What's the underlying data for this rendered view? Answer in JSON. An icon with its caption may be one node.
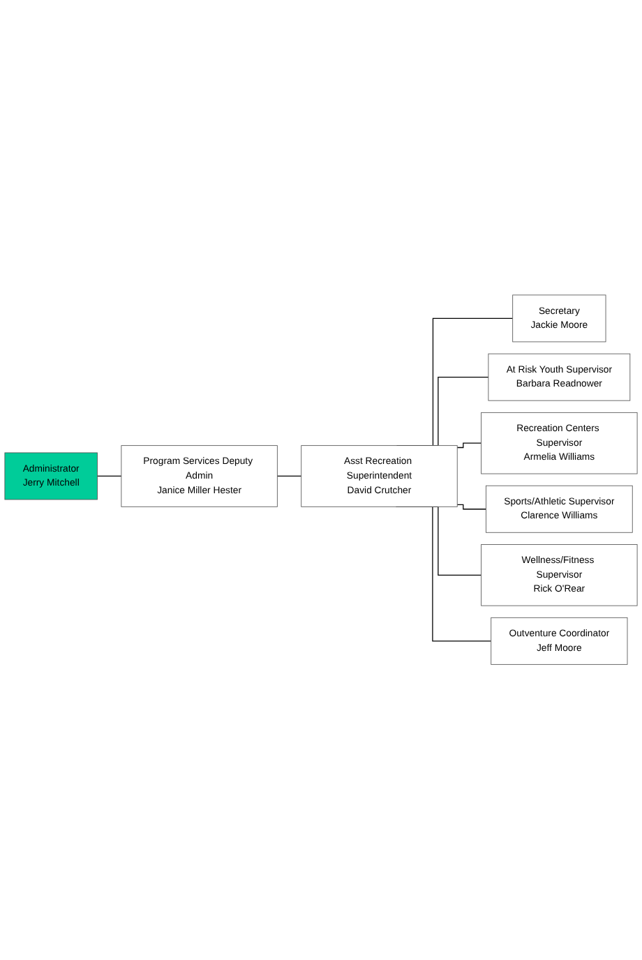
{
  "diagram": {
    "nodes": [
      {
        "text": [
          "Administrator",
          "Jerry Mitchell"
        ]
      },
      {
        "text": [
          "Program Services Deputy Admin",
          "Janice Miller Hester"
        ]
      },
      {
        "text": [
          "Asst Recreation Superintendent",
          "David Crutcher"
        ]
      },
      {
        "text": [
          "Secretary",
          "Jackie Moore"
        ]
      },
      {
        "text": [
          "At Risk Youth Supervisor",
          "Barbara Readnower"
        ]
      },
      {
        "text": [
          "Recreation Centers Supervisor",
          "Armelia Williams"
        ]
      },
      {
        "text": [
          "Sports/Athletic Supervisor",
          "Clarence Williams"
        ]
      },
      {
        "text": [
          "Wellness/Fitness Supervisor",
          "Rick O'Rear"
        ]
      },
      {
        "text": [
          "Outventure Coordinator",
          "Jeff Moore"
        ]
      }
    ],
    "edges": [
      {
        "from": 0,
        "to": 1,
        "arrow": "none"
      },
      {
        "from": 1,
        "to": 2,
        "arrow": "none"
      },
      {
        "from": 2,
        "to": 3,
        "arrow": "none"
      },
      {
        "from": 2,
        "to": 4,
        "arrow": "none"
      },
      {
        "from": 2,
        "to": 5,
        "arrow": "none"
      },
      {
        "from": 2,
        "to": 6,
        "arrow": "none"
      },
      {
        "from": 2,
        "to": 7,
        "arrow": "none"
      },
      {
        "from": 2,
        "to": 8,
        "arrow": "none"
      }
    ]
  }
}
